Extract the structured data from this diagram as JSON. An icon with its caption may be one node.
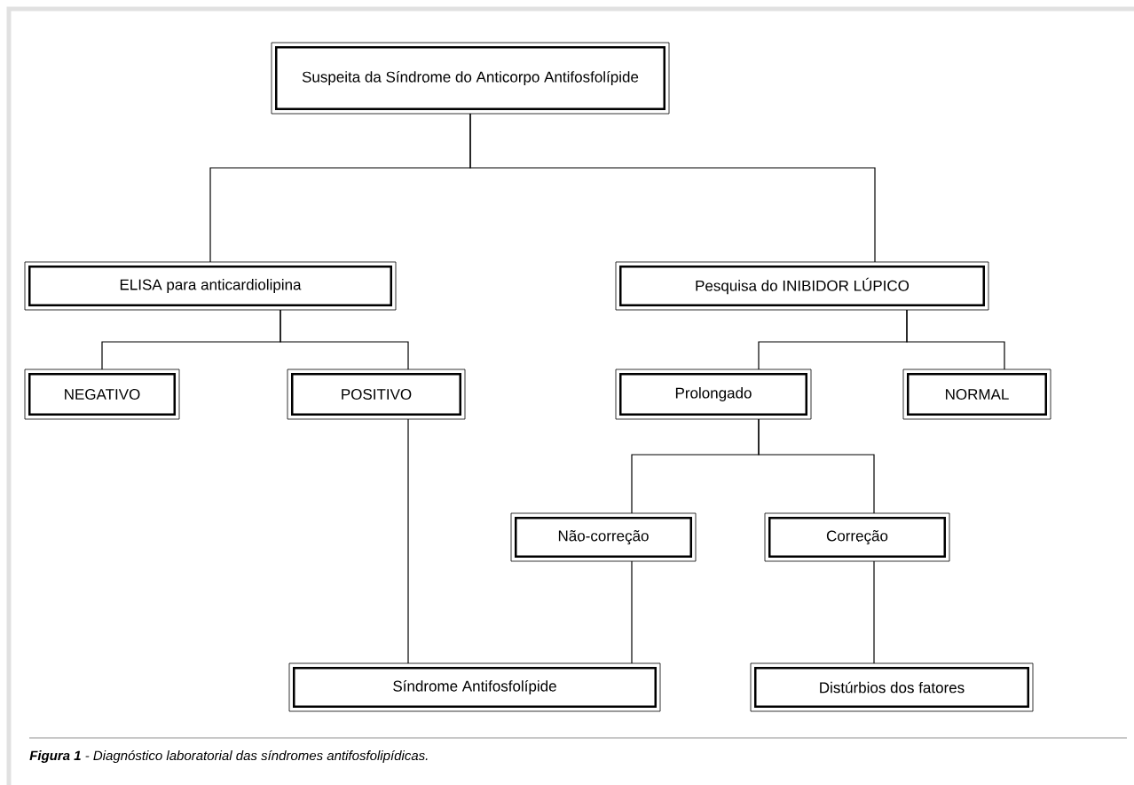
{
  "diagram": {
    "caption": "**Figura 1** - Diagnóstico laboratorial das síndromes antifosfolipídicas.",
    "nodes": [
      {
        "text": [
          "Suspeita da Síndrome do Anticorpo Antifosfolípide"
        ]
      },
      {
        "text": [
          "ELISA para anticardiolipina"
        ]
      },
      {
        "text": [
          "Pesquisa do INIBIDOR LÚPICO"
        ]
      },
      {
        "text": [
          "NEGATIVO"
        ]
      },
      {
        "text": [
          "POSITIVO"
        ]
      },
      {
        "text": [
          "Prolongado"
        ]
      },
      {
        "text": [
          "NORMAL"
        ]
      },
      {
        "text": [
          "Não-correção"
        ]
      },
      {
        "text": [
          "Correção"
        ]
      },
      {
        "text": [
          "Síndrome Antifosfolípide"
        ]
      },
      {
        "text": [
          "Distúrbios dos fatores"
        ]
      }
    ],
    "edges": [
      {
        "from": 0,
        "to": 1,
        "arrow": "none"
      },
      {
        "from": 0,
        "to": 2,
        "arrow": "none"
      },
      {
        "from": 1,
        "to": 3,
        "arrow": "none"
      },
      {
        "from": 1,
        "to": 4,
        "arrow": "none"
      },
      {
        "from": 2,
        "to": 5,
        "arrow": "none"
      },
      {
        "from": 2,
        "to": 6,
        "arrow": "none"
      },
      {
        "from": 5,
        "to": 7,
        "arrow": "none"
      },
      {
        "from": 5,
        "to": 8,
        "arrow": "none"
      },
      {
        "from": 4,
        "to": 9,
        "arrow": "none"
      },
      {
        "from": 7,
        "to": 9,
        "arrow": "none"
      },
      {
        "from": 8,
        "to": 10,
        "arrow": "none"
      }
    ]
  }
}
